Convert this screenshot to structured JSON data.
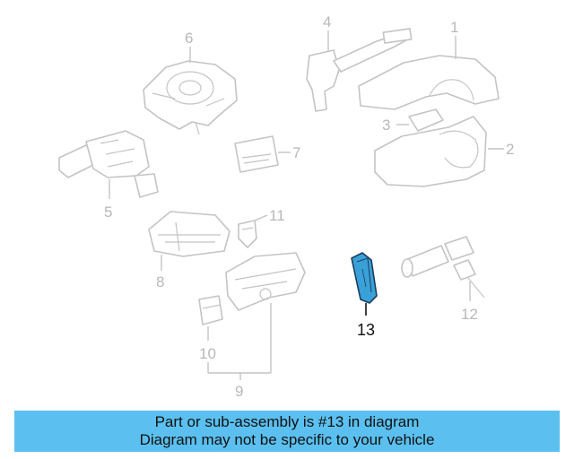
{
  "diagram": {
    "callouts": [
      "1",
      "2",
      "3",
      "4",
      "5",
      "6",
      "7",
      "8",
      "9",
      "10",
      "11",
      "12",
      "13"
    ],
    "highlighted_part": "13",
    "highlight_color": "#3aa0d8"
  },
  "caption": {
    "line1": "Part or sub-assembly is #13 in diagram",
    "line2": "Diagram may not be specific to your vehicle",
    "background": "#5bc0f0"
  }
}
